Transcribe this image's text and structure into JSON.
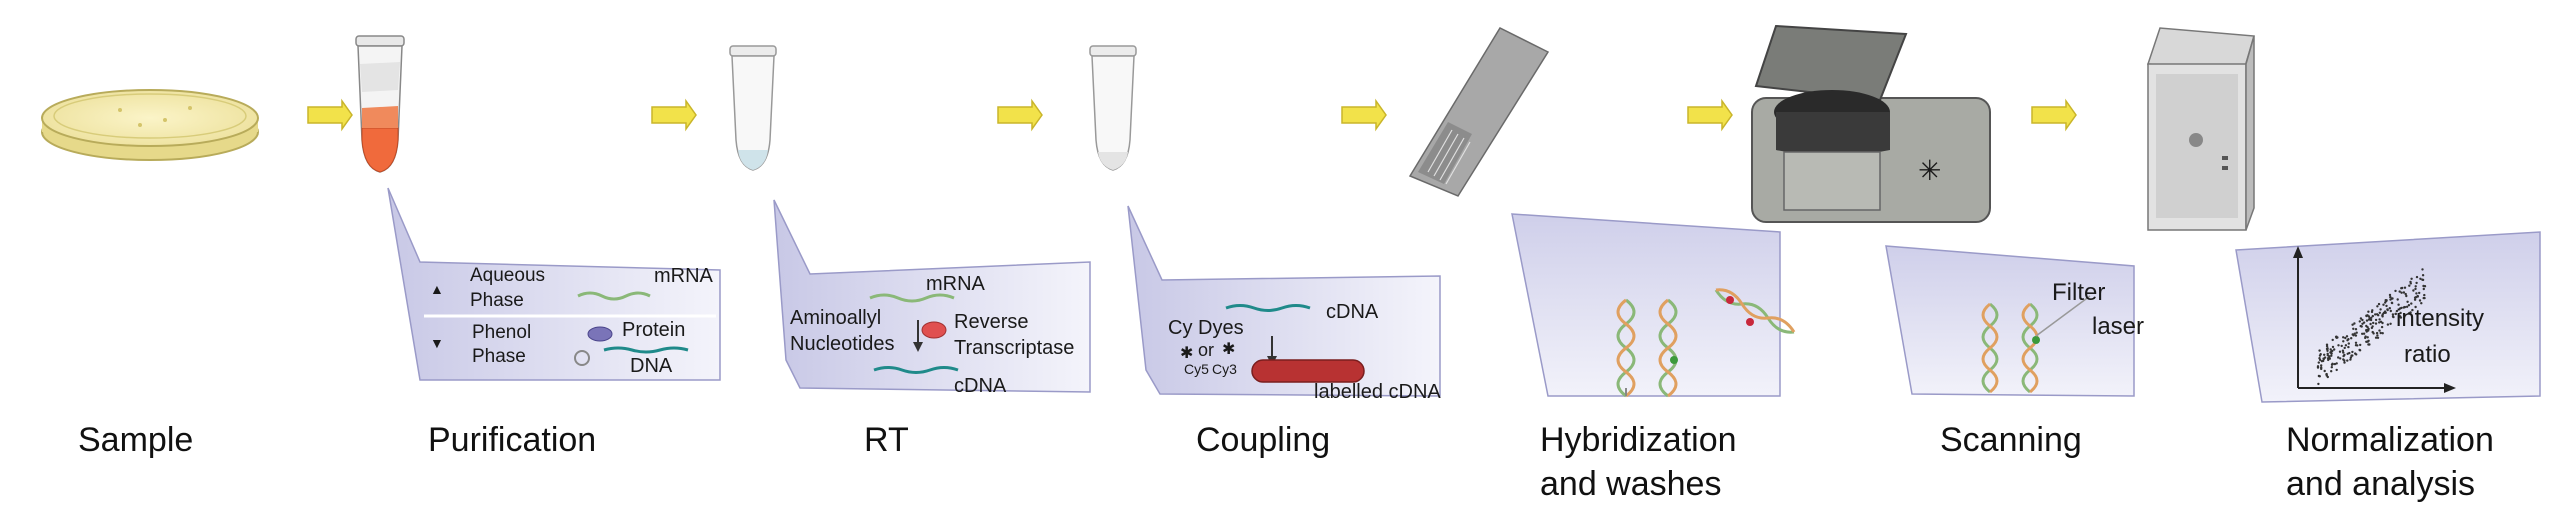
{
  "stages": [
    {
      "label": "Sample",
      "label2": ""
    },
    {
      "label": "Purification",
      "label2": ""
    },
    {
      "label": "RT",
      "label2": ""
    },
    {
      "label": "Coupling",
      "label2": ""
    },
    {
      "label": "Hybridization",
      "label2": "and washes"
    },
    {
      "label": "Scanning",
      "label2": ""
    },
    {
      "label": "Normalization",
      "label2": "and analysis"
    }
  ],
  "purification": {
    "aqueous_1": "Aqueous",
    "aqueous_2": "Phase",
    "phenol_1": "Phenol",
    "phenol_2": "Phase",
    "mrna": "mRNA",
    "protein": "Protein",
    "dna": "DNA"
  },
  "rt": {
    "mrna": "mRNA",
    "amino_1": "Aminoallyl",
    "amino_2": "Nucleotides",
    "rt_1": "Reverse",
    "rt_2": "Transcriptase",
    "cdna": "cDNA"
  },
  "coupling": {
    "cdna": "cDNA",
    "dyes": "Cy Dyes",
    "or": "or",
    "cy5": "Cy5",
    "cy3": "Cy3",
    "labelled": "labelled cDNA"
  },
  "scanning": {
    "filter": "Filter",
    "laser": "laser"
  },
  "analysis": {
    "intensity": "intensity",
    "ratio": "ratio"
  },
  "colors": {
    "panel": "#dcdcf0",
    "arrow": "#f2e24a",
    "tube_red": "#f06a3c",
    "dish": "#f3e9a8",
    "teal": "#1f8a8a",
    "green_strand": "#8ab878",
    "cy5": "#c8283c",
    "cy3": "#3c9a3c",
    "scanner": "#9a9c96",
    "laser_blue": "#3a6fd0"
  }
}
